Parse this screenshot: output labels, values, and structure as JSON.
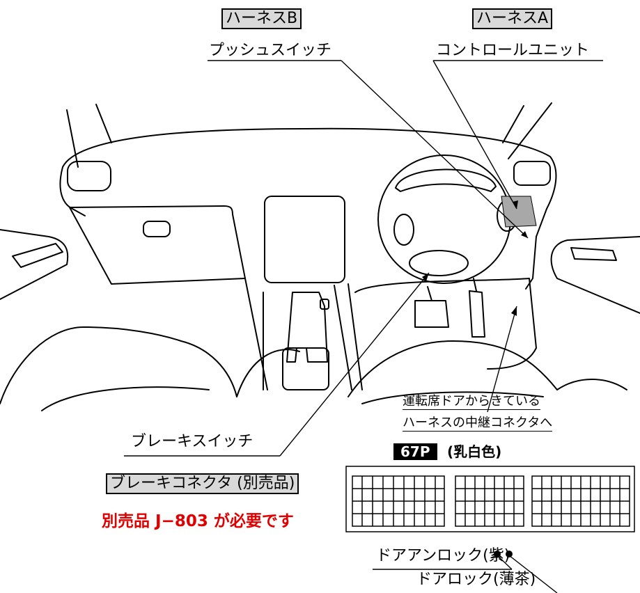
{
  "labels": {
    "harness_b": "ハーネスB",
    "harness_a": "ハーネスA",
    "push_switch": "プッシュスイッチ",
    "control_unit": "コントロールユニット",
    "driver_door_line1": "運転席ドアからきている",
    "driver_door_line2": "ハーネスの中継コネクタへ",
    "pin_badge": "67P",
    "pin_color": "(乳白色)",
    "brake_switch": "ブレーキスイッチ",
    "brake_connector": "ブレーキコネクタ (別売品)",
    "required_note": "別売品 J−803 が必要です",
    "door_unlock": "ドアアンロック(紫)",
    "door_lock": "ドアロック(薄茶)"
  },
  "colors": {
    "label_box_fill": "#d9d9d9",
    "control_unit_fill": "#a8a8a8",
    "note_red": "#e00000"
  }
}
